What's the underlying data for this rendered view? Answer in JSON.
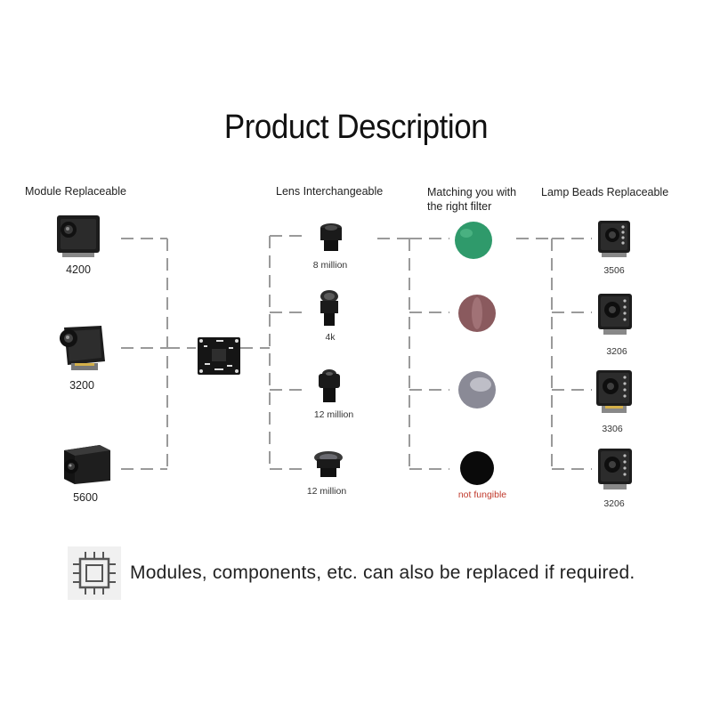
{
  "title": "Product Description",
  "headings": {
    "module": "Module Replaceable",
    "lens": "Lens Interchangeable",
    "filter_line1": "Matching you with",
    "filter_line2": "the right filter",
    "lamp": "Lamp Beads Replaceable"
  },
  "modules": [
    {
      "label": "4200",
      "icon": "camera-module-icon"
    },
    {
      "label": "3200",
      "icon": "camera-module-icon"
    },
    {
      "label": "5600",
      "icon": "camera-box-icon"
    }
  ],
  "board": {
    "icon": "circuit-board-icon"
  },
  "lenses": [
    {
      "label": "8 million",
      "icon": "lens-icon"
    },
    {
      "label": "4k",
      "icon": "lens-icon"
    },
    {
      "label": "12 million",
      "icon": "lens-icon"
    },
    {
      "label": "12 million",
      "icon": "fisheye-lens-icon"
    }
  ],
  "filters": [
    {
      "label": "",
      "color": "#2f9a6b"
    },
    {
      "label": "",
      "color": "#8a5a5e"
    },
    {
      "label": "",
      "color": "#8a8a96"
    },
    {
      "label": "not fungible",
      "color": "#0a0a0a"
    }
  ],
  "lamps": [
    {
      "label": "3506",
      "icon": "ir-camera-icon"
    },
    {
      "label": "3206",
      "icon": "ir-camera-icon"
    },
    {
      "label": "3306",
      "icon": "ir-camera-icon"
    },
    {
      "label": "3206",
      "icon": "ir-camera-icon"
    }
  ],
  "footer": {
    "text": "Modules, components, etc. can also be replaced if required.",
    "icon": "chip-icon"
  },
  "colors": {
    "line": "#9a9a9a",
    "not_fungible": "#c0392b"
  }
}
